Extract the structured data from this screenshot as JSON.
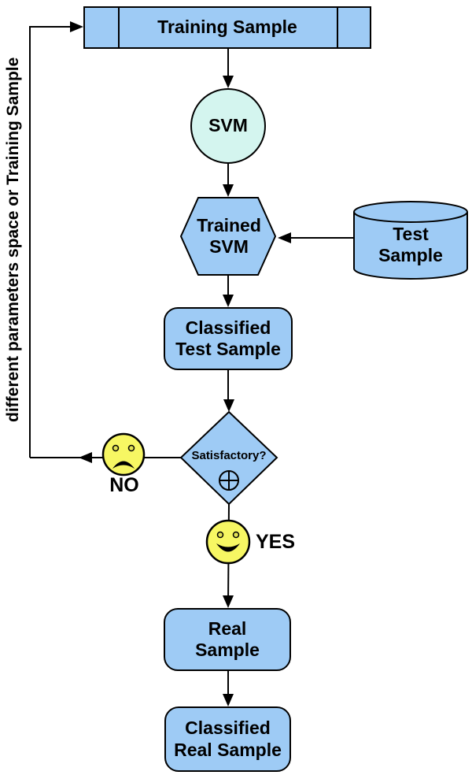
{
  "diagram": {
    "side_label": "different parameters space or Training Sample",
    "nodes": {
      "training_sample": {
        "label": "Training Sample",
        "shape": "predefined-process"
      },
      "svm": {
        "label": "SVM",
        "shape": "circle"
      },
      "trained_svm": {
        "label": "Trained SVM",
        "shape": "hexagon"
      },
      "test_sample": {
        "label": "Test Sample",
        "shape": "cylinder"
      },
      "classified_test_sample": {
        "label": "Classified Test Sample",
        "shape": "rounded-rect"
      },
      "satisfactory": {
        "label": "Satisfactory?",
        "shape": "diamond"
      },
      "real_sample": {
        "label": "Real Sample",
        "shape": "rounded-rect"
      },
      "classified_real_sample": {
        "label": "Classified Real Sample",
        "shape": "rounded-rect"
      }
    },
    "branches": {
      "no": "NO",
      "yes": "YES"
    },
    "edges": [
      {
        "from": "training_sample",
        "to": "svm"
      },
      {
        "from": "svm",
        "to": "trained_svm"
      },
      {
        "from": "test_sample",
        "to": "trained_svm"
      },
      {
        "from": "trained_svm",
        "to": "classified_test_sample"
      },
      {
        "from": "classified_test_sample",
        "to": "satisfactory"
      },
      {
        "from": "satisfactory",
        "to": "training_sample",
        "label": "NO"
      },
      {
        "from": "satisfactory",
        "to": "real_sample",
        "label": "YES"
      },
      {
        "from": "real_sample",
        "to": "classified_real_sample"
      }
    ],
    "icons": {
      "no_face": "sad-face-icon",
      "yes_face": "happy-face-icon",
      "decision_marker": "circle-plus-icon"
    },
    "colors": {
      "node_fill": "#9ecbf5",
      "svm_fill": "#d4f5ef",
      "face_fill": "#f7f763",
      "outline": "#000000",
      "background": "#ffffff"
    }
  }
}
